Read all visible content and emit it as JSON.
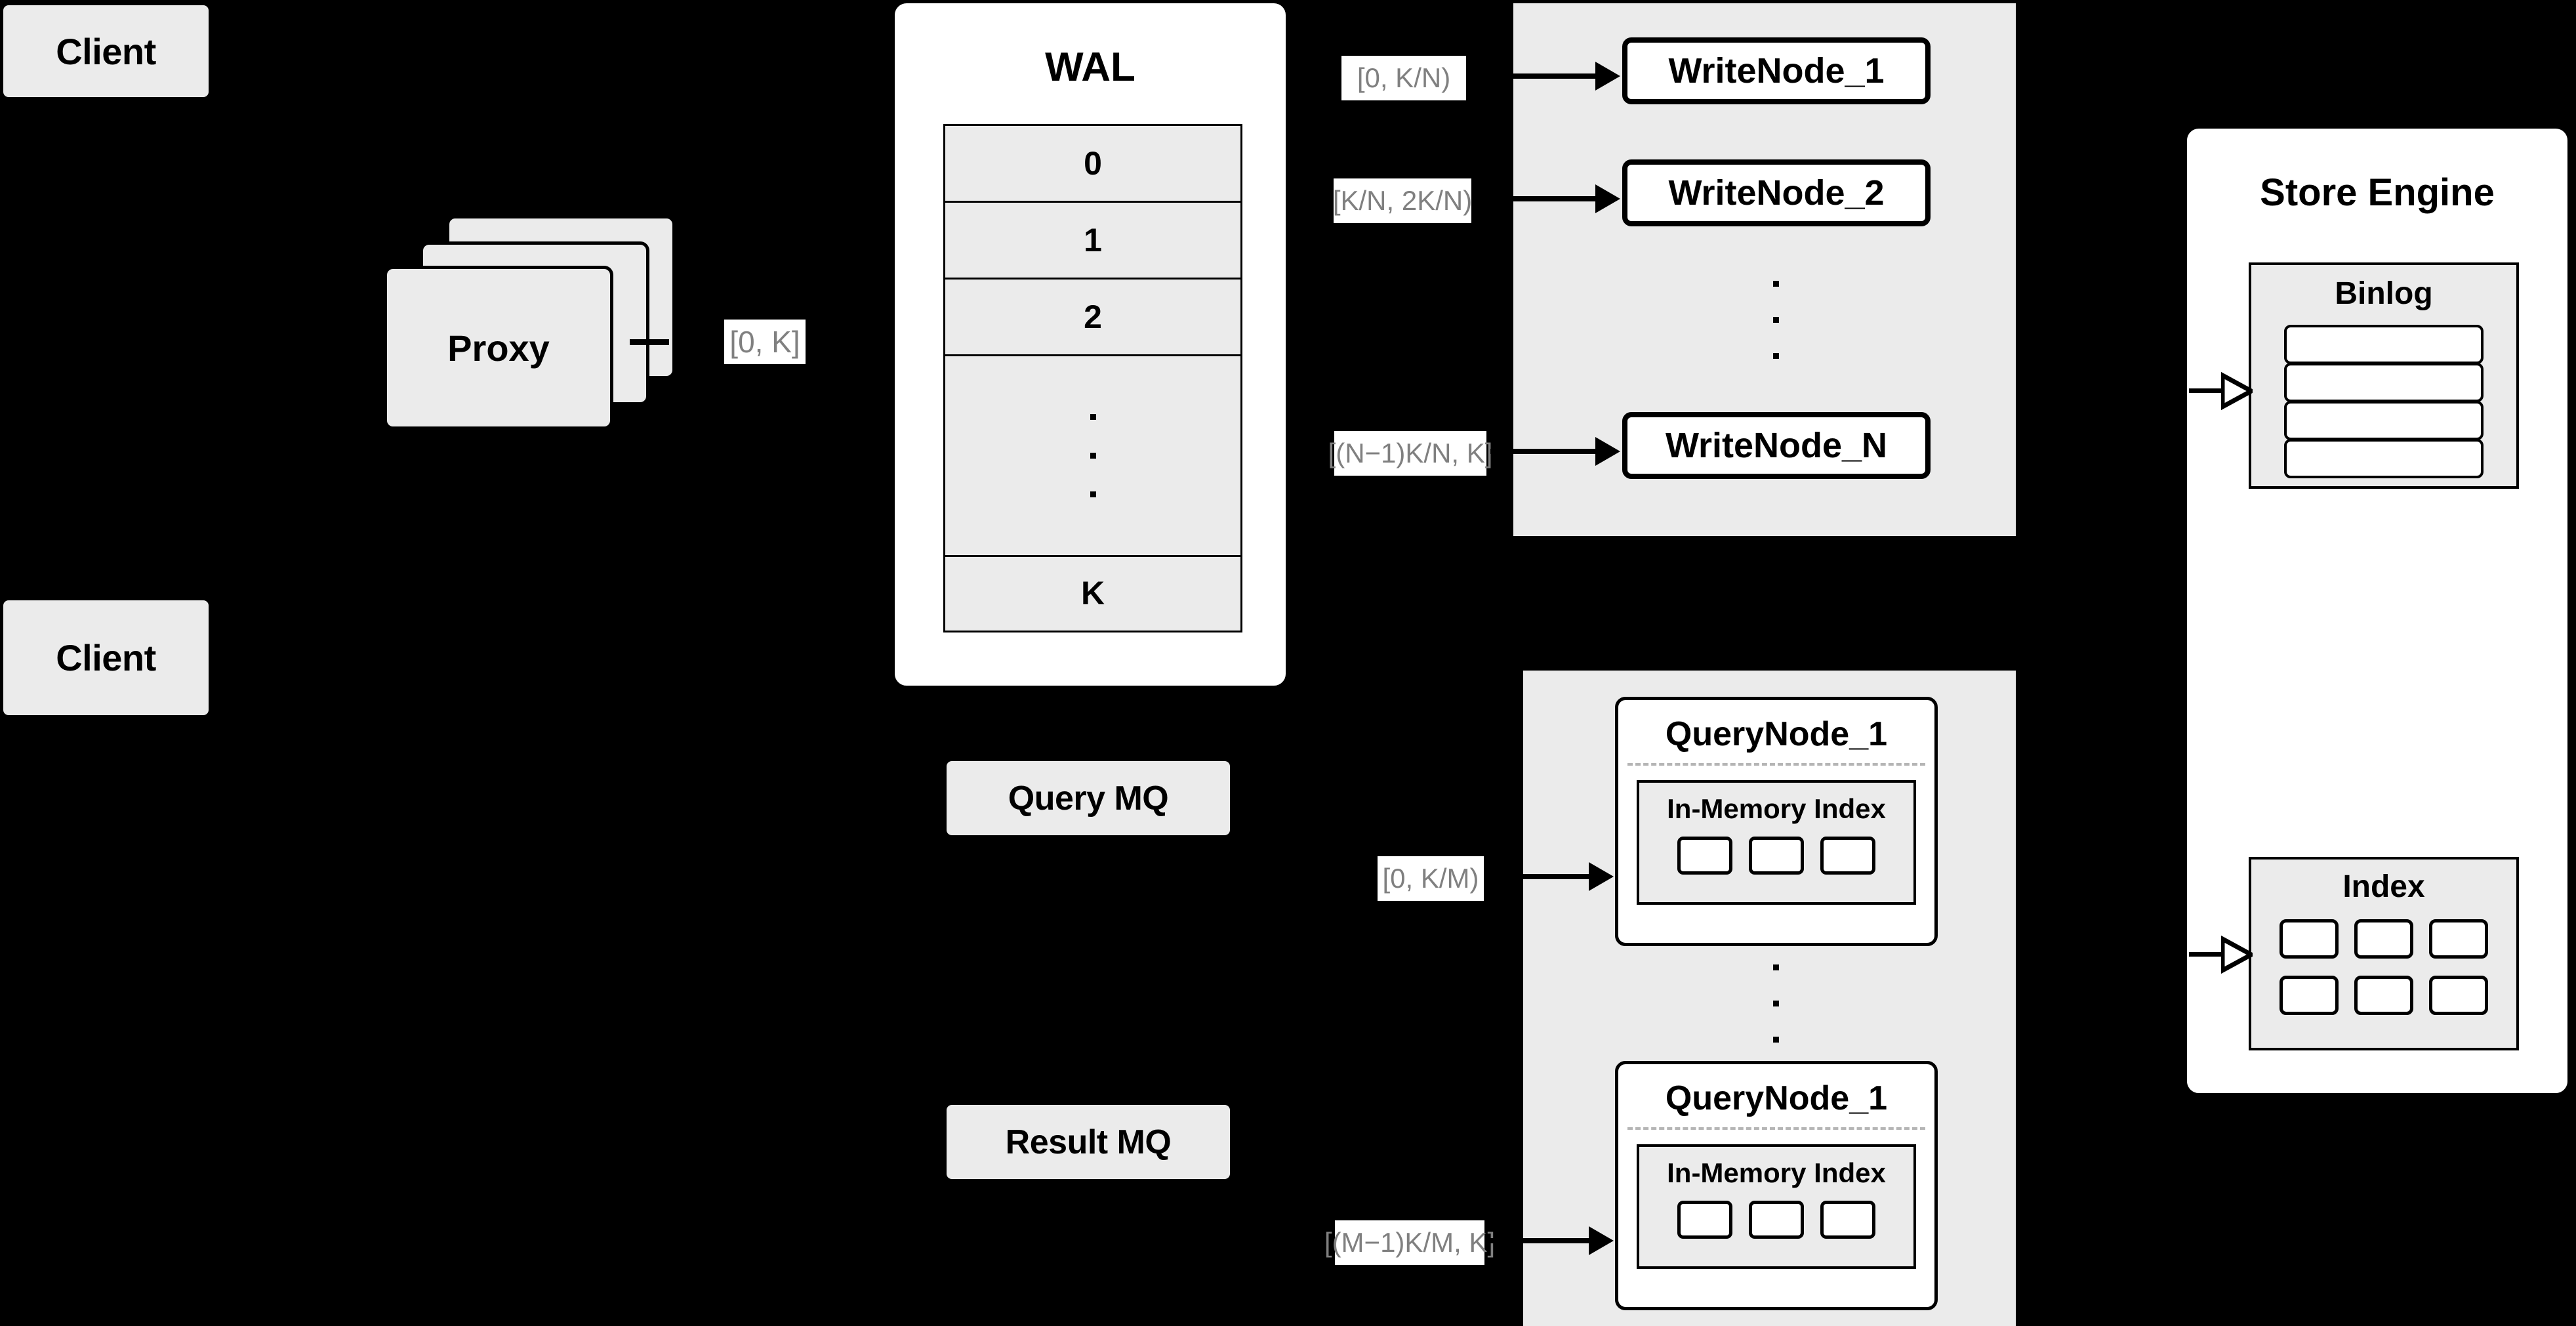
{
  "diagram": {
    "background_color": "#000000",
    "node_fill": "#ebebeb",
    "panel_fill": "#ffffff",
    "label_text_color": "#808080",
    "stroke_color": "#000000"
  },
  "clients": [
    {
      "label": "Client"
    },
    {
      "label": "Client"
    }
  ],
  "proxy": {
    "label": "Proxy",
    "stack_count": 3
  },
  "edge_labels": {
    "proxy_to_wal": "[0, K]",
    "write_node_1": "[0,  K/N)",
    "write_node_2": "[K/N, 2K/N)",
    "write_node_n": "[(N−1)K/N,  K]",
    "query_node_1": "[0, K/M)",
    "query_node_m": "[(M−1)K/M, K]"
  },
  "wal": {
    "title": "WAL",
    "rows": [
      "0",
      "1",
      "2",
      "⋮",
      "K"
    ],
    "dots_row_index": 3
  },
  "write_node_group": {
    "nodes": [
      {
        "label": "WriteNode_1"
      },
      {
        "label": "WriteNode_2"
      },
      {
        "label": "WriteNode_N"
      }
    ],
    "ellipsis_dots": 3
  },
  "query_node_group": {
    "nodes": [
      {
        "label": "QueryNode_1",
        "index_title": "In-Memory Index",
        "index_cells": 3
      },
      {
        "label": "QueryNode_1",
        "index_title": "In-Memory Index",
        "index_cells": 3
      }
    ],
    "ellipsis_dots": 3
  },
  "message_queues": [
    {
      "label": "Query MQ"
    },
    {
      "label": "Result MQ"
    }
  ],
  "store_engine": {
    "title": "Store Engine",
    "binlog": {
      "title": "Binlog",
      "row_count": 4
    },
    "index": {
      "title": "Index",
      "cell_rows": 2,
      "cells_per_row": 3
    }
  }
}
